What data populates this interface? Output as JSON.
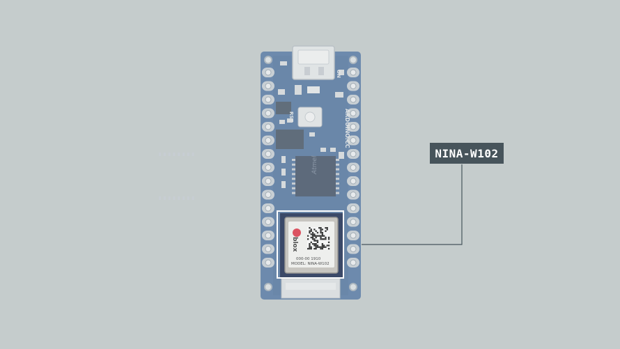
{
  "callout": {
    "label": "NINA-W102"
  },
  "board": {
    "silkscreen_brand": "ARDUINO.CC",
    "silkscreen_on": "ON",
    "silkscreen_rst": "RST",
    "mcu_marking": "Atmel"
  },
  "module": {
    "logo_text": "blox",
    "serial_text": "000-00 1910",
    "model_text": "MODEL: NINA-W102"
  },
  "colors": {
    "background": "#c5cccc",
    "pcb": "#5a7ca6",
    "callout_bg": "#47545b",
    "leader_line": "#47545b",
    "highlight": "#ffffff",
    "ublox_red": "#e0394a"
  }
}
